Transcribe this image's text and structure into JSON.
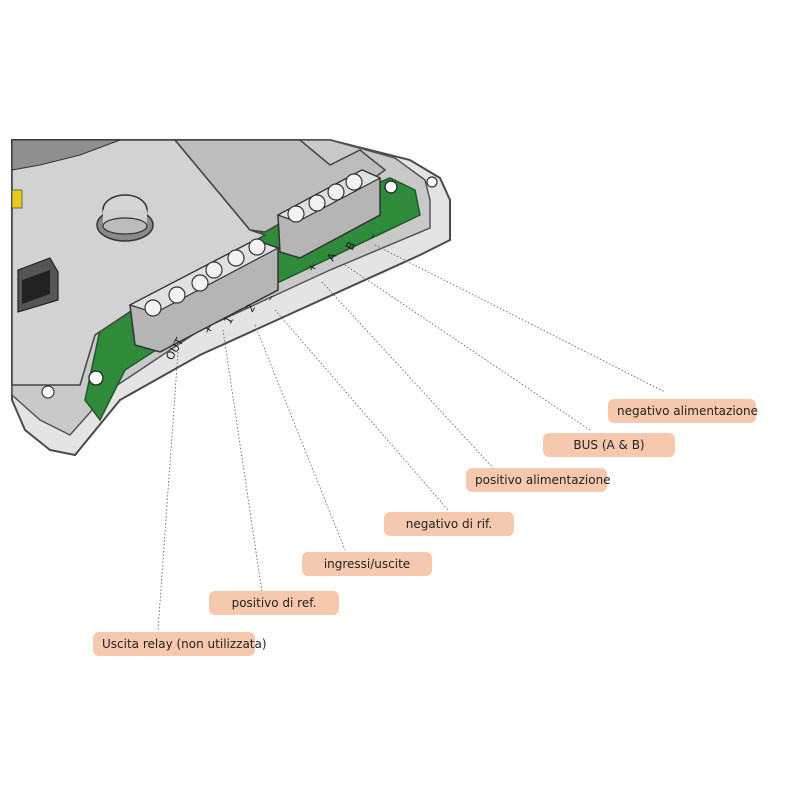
{
  "pin_labels": {
    "out": "OUT",
    "plus_ref": "+",
    "in1": "1",
    "in2": "2",
    "minus_ref": "–",
    "plus_supply": "+",
    "bus_a": "A",
    "bus_b": "B",
    "minus_supply": "–"
  },
  "callouts": {
    "negativo_alimentazione": "negativo alimentazione",
    "bus": "BUS (A & B)",
    "positivo_alimentazione": "positivo alimentazione",
    "negativo_rif": "negativo di rif.",
    "ingressi_uscite": "ingressi/uscite",
    "positivo_ref": "positivo di ref.",
    "uscita_relay": "Uscita relay (non utilizzata)"
  },
  "colors": {
    "callout_fill": "#f6c9ae",
    "pcb": "#2f8a3a",
    "housing": "#d4d4d4",
    "housing_dark": "#9a9a9a"
  }
}
